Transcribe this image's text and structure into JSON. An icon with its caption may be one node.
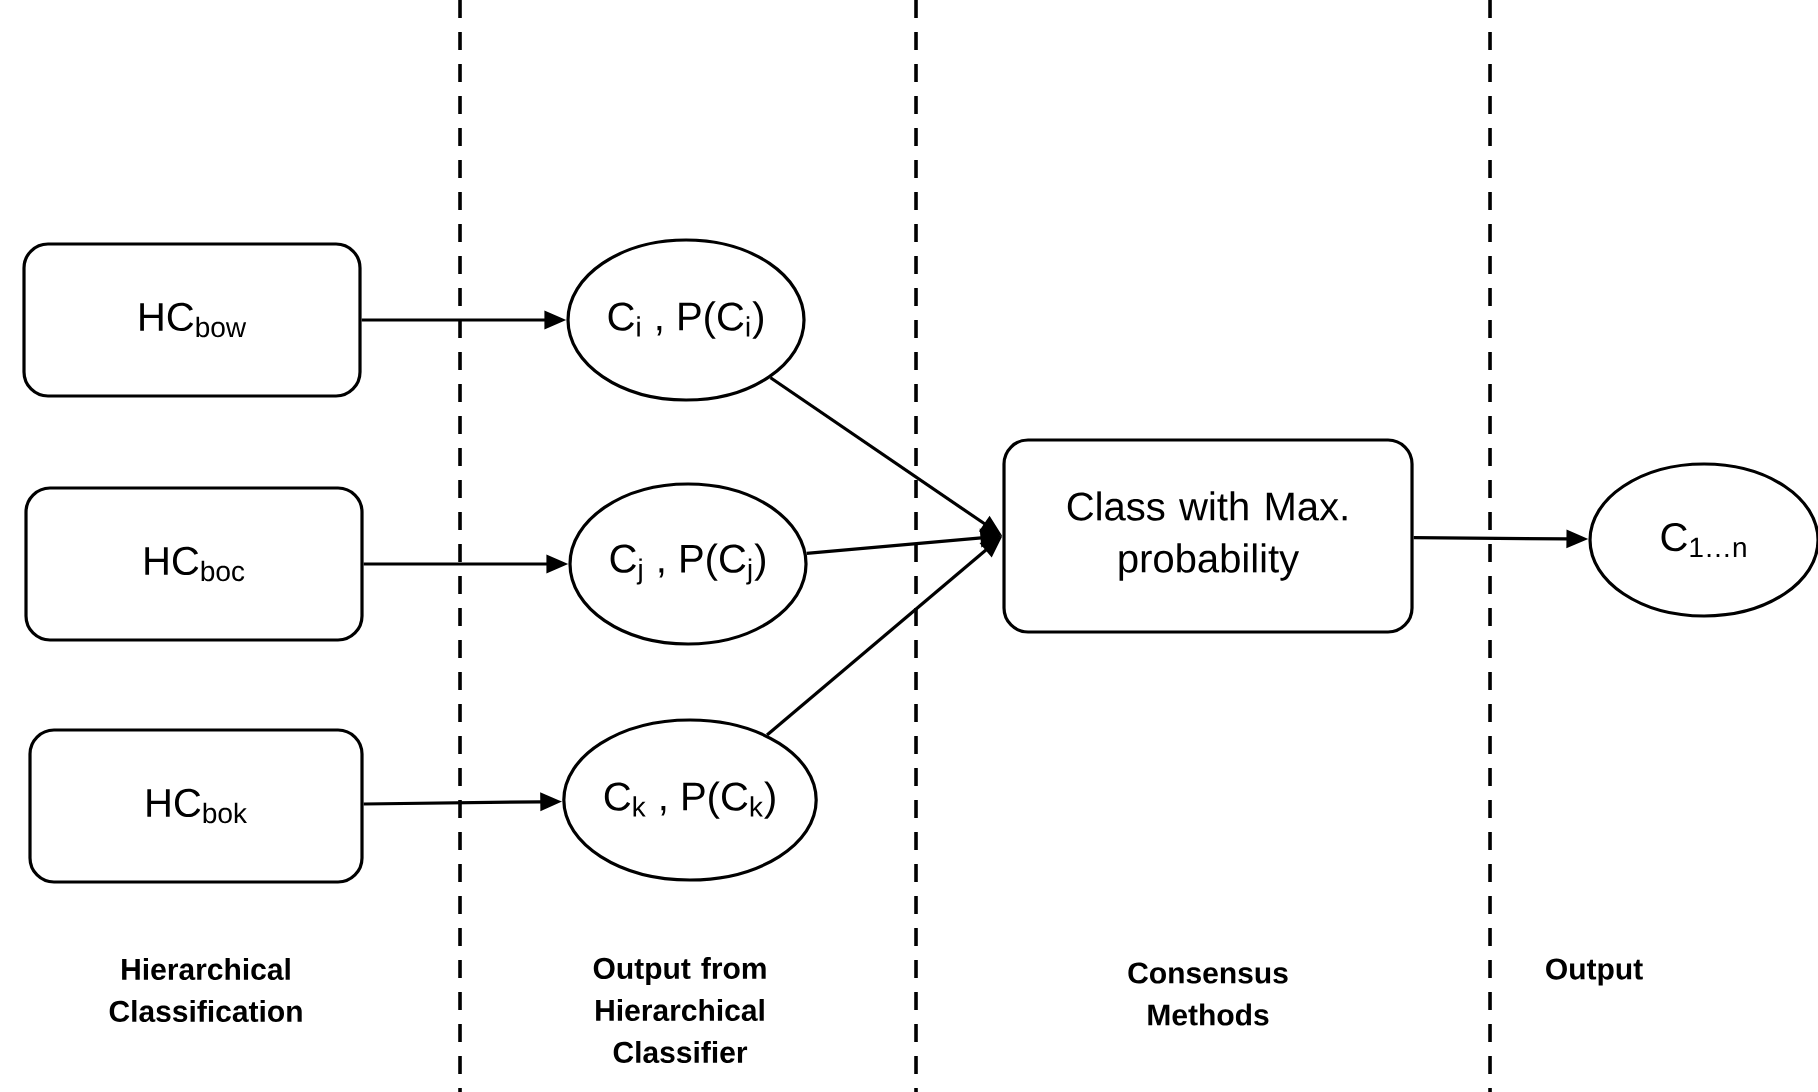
{
  "diagram": {
    "nodes": [
      {
        "text": [
          "HC$_{bow}$"
        ]
      },
      {
        "text": [
          "HC$_{boc}$"
        ]
      },
      {
        "text": [
          "HC$_{bok}$"
        ]
      },
      {
        "text": [
          "C$_{i}$ , P(C$_{i}$)"
        ]
      },
      {
        "text": [
          "C$_{j}$ , P(C$_{j}$)"
        ]
      },
      {
        "text": [
          "C$_{k}$ , P(C$_{k}$)"
        ]
      },
      {
        "text": [
          "Class with Max. probability"
        ]
      },
      {
        "text": [
          "C$_{1…n}$"
        ]
      }
    ],
    "edges": [
      {
        "from": 0,
        "to": 3,
        "arrow": "to"
      },
      {
        "from": 1,
        "to": 4,
        "arrow": "to"
      },
      {
        "from": 2,
        "to": 5,
        "arrow": "to"
      },
      {
        "from": 3,
        "to": 6,
        "arrow": "to"
      },
      {
        "from": 4,
        "to": 6,
        "arrow": "to"
      },
      {
        "from": 5,
        "to": 6,
        "arrow": "to"
      },
      {
        "from": 6,
        "to": 7,
        "arrow": "to"
      }
    ],
    "labels": [
      "Hierarchical Classification",
      "Output from Hierarchical Classifier",
      "Consensus Methods",
      "Output"
    ]
  }
}
